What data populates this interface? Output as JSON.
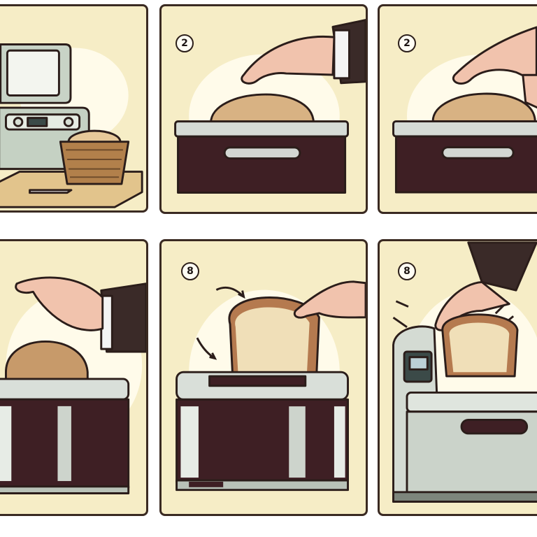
{
  "panels": [
    {
      "step_label": ""
    },
    {
      "step_label": "2"
    },
    {
      "step_label": "2"
    },
    {
      "step_label": ""
    },
    {
      "step_label": "8"
    },
    {
      "step_label": "8"
    }
  ]
}
